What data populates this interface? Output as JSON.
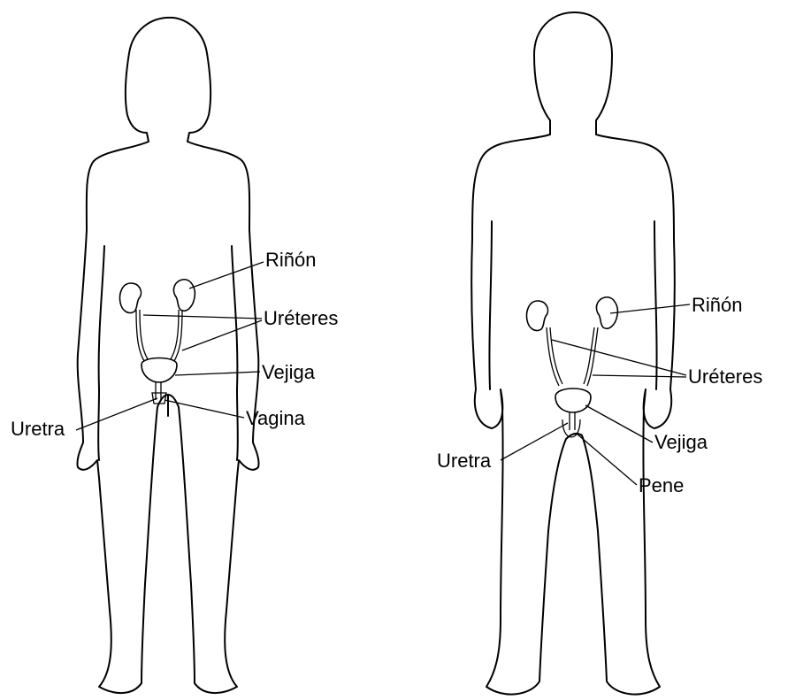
{
  "female": {
    "labels": {
      "kidney": "Riñón",
      "ureters": "Uréteres",
      "bladder": "Vejiga",
      "urethra": "Uretra",
      "vagina": "Vagina"
    }
  },
  "male": {
    "labels": {
      "kidney": "Riñón",
      "ureters": "Uréteres",
      "bladder": "Vejiga",
      "urethra": "Uretra",
      "penis": "Pene"
    }
  }
}
